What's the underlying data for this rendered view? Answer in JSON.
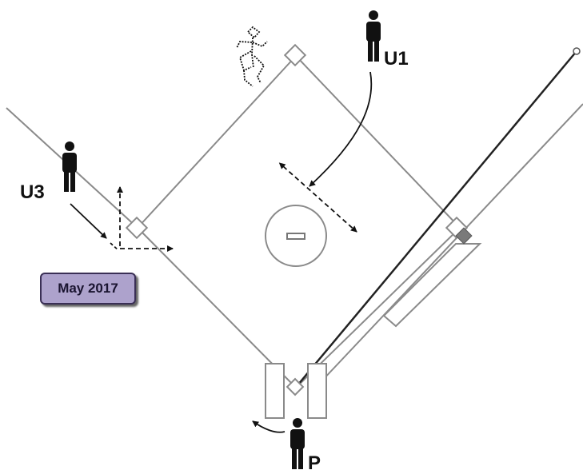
{
  "labels": {
    "umpire_1": "U1",
    "umpire_3": "U3",
    "plate_umpire": "P"
  },
  "badge": {
    "text": "May 2017",
    "fill_color": "#ada2cc",
    "border_color": "#3a2f55"
  },
  "colors": {
    "line": "#8a8a8a",
    "figure": "#111111"
  }
}
